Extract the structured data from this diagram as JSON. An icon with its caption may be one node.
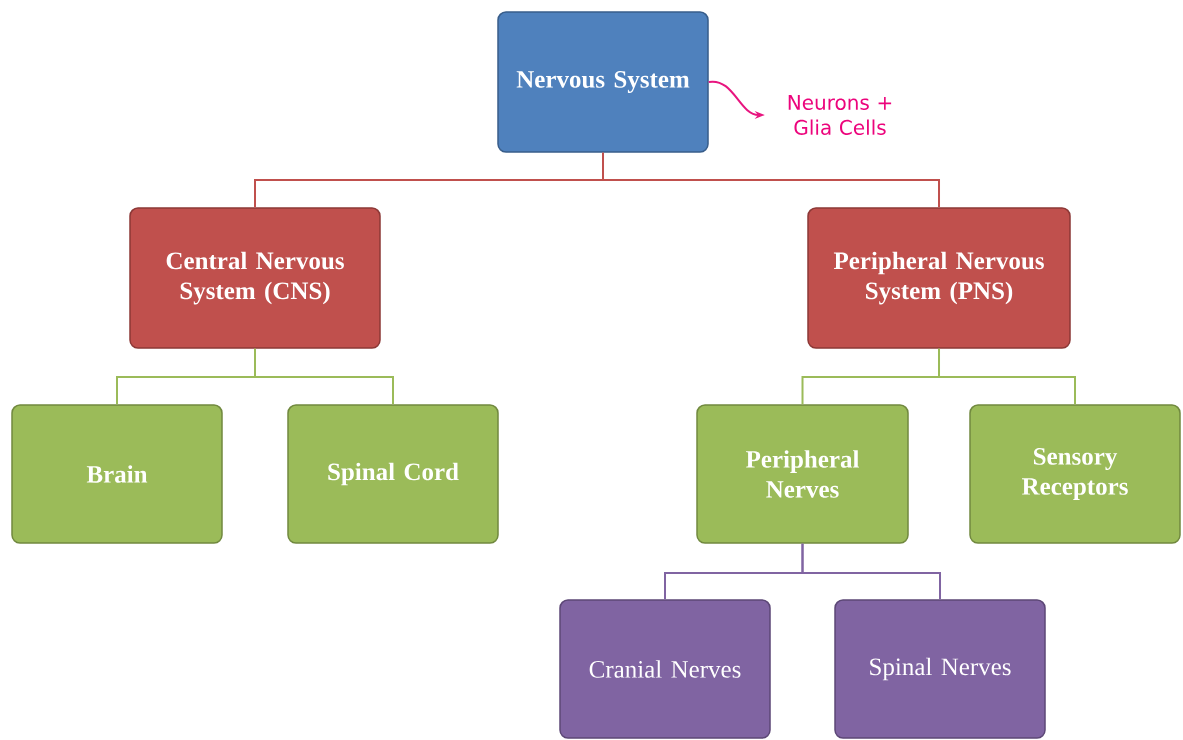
{
  "diagram": {
    "nodes": [
      {
        "text": [
          "Nervous System"
        ]
      },
      {
        "text": [
          "Neurons + Glia Cells"
        ]
      },
      {
        "text": [
          "Central Nervous System (CNS)"
        ]
      },
      {
        "text": [
          "Peripheral Nervous System (PNS)"
        ]
      },
      {
        "text": [
          "Brain"
        ]
      },
      {
        "text": [
          "Spinal Cord"
        ]
      },
      {
        "text": [
          "Peripheral Nerves"
        ]
      },
      {
        "text": [
          "Sensory Receptors"
        ]
      },
      {
        "text": [
          "Cranial Nerves"
        ]
      },
      {
        "text": [
          "Spinal Nerves"
        ]
      }
    ],
    "edges": [
      {
        "from": 0,
        "to": 1,
        "arrow": "to",
        "color": "#e8157f"
      },
      {
        "from": 0,
        "to": 2,
        "arrow": "none",
        "color": "#c0504d"
      },
      {
        "from": 0,
        "to": 3,
        "arrow": "none",
        "color": "#c0504d"
      },
      {
        "from": 2,
        "to": 4,
        "arrow": "none",
        "color": "#9bbb59"
      },
      {
        "from": 2,
        "to": 5,
        "arrow": "none",
        "color": "#9bbb59"
      },
      {
        "from": 3,
        "to": 6,
        "arrow": "none",
        "color": "#9bbb59"
      },
      {
        "from": 3,
        "to": 7,
        "arrow": "none",
        "color": "#9bbb59"
      },
      {
        "from": 6,
        "to": 8,
        "arrow": "none",
        "color": "#8064a2"
      },
      {
        "from": 6,
        "to": 9,
        "arrow": "none",
        "color": "#8064a2"
      }
    ]
  }
}
